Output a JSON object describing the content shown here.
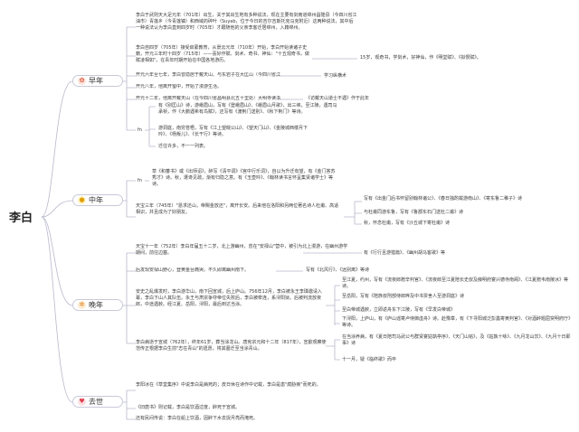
{
  "root": {
    "title": "李白"
  },
  "branches": [
    {
      "id": "zaonian",
      "label": "早年",
      "icon": "flower-icon",
      "color": "#e06040"
    },
    {
      "id": "zhongnian",
      "label": "中年",
      "icon": "lightbulb-icon",
      "color": "#f0b400"
    },
    {
      "id": "wannian",
      "label": "晚年",
      "icon": "gear-icon",
      "color": "#e8a030"
    },
    {
      "id": "qushi",
      "label": "去世",
      "icon": "heart-icon",
      "color": "#e04050"
    }
  ],
  "zaonian": {
    "intro": "李白于武则天大足元年（701年）出生，关于其出生地有多种说法，现在主要有剑南道绵州昌隆县（今四川省江油市）青莲乡（今青莲镇）和西域的碎叶（Suyab，位于今日的吉尔吉斯托克马克附近）这两种说法，其中后一种说法认为李白直到四岁时（705年）才跟随他的父亲李客迁居绵州，入籍绵州。",
    "edu": "李白自四岁（705年）接受启蒙教育，从景云元年（710年）开始，李白开始读诸子史籍，开元三年时十四岁（715年）——喜好作赋、剑术、奇书、神仙：\"十五观奇书，做赋凌相如\"。在青年时期开始在中国各地游历。",
    "edu_note": "15岁，观奇书，学剑术，好神仙，作《明堂赋》、《拟恨赋》。",
    "year718": "开元六年至七年，李白曾隐居于戴天山、与东岩子在大匡山（今四川省江油市一带）岷山隐居。",
    "year718_note": "学习纵横术",
    "year720": "开元八年，他离开蜀中，开始了漫游生活。",
    "year724": "开元十二年，他离开戴天山（在今四川省昌明县北五十里处）大明寺读书，",
    "year724_note": "《访戴天山道士不遇》作于此年",
    "feng": "fn",
    "poem1": "有《别匡山》诗，游峨眉山，写有《登峨眉山》、《峨眉山月歌》，出三峡，至江陵，遇司马承祯，作《大鹏遇希有鸟赋》，还写有《渡荆门送别》、《秋下荆门》等诗。",
    "poem2": "游洞庭，南穷苍梧，写有《江上望皖公山》、《望天门山》、《金陵城西楼月下吟》、《杨叛儿》、《长干行》等诗。",
    "poem3": "迁往许多，不一一列表。"
  },
  "zhongnian": {
    "feng": "fn",
    "a": "草《和蕃书》或《出师诏》，醉写《清平调》《宫中行乐词》，自以为升迁有望，有《金门答苏秀才》诗。秋，遭谗见疏，渐有归隐之意。有《玉壶吟》、《翰林读书言怀呈集贤诸学士》等诗。",
    "b": "天宝三年（745年）\"恳求还山，帝赐金放还\"，离开长安。后来他在洛阳和另两位著名诗人杜甫、高适相识，并且成为了好朋友。",
    "b_note1": "写有《出金门后书怀留别翰林诸公》、《春日独酌载游南山》、《寄东鲁二稚子》诗",
    "b_note2": "与杜甫同游东鲁，写有《鲁郡东石门送杜二甫》诗",
    "b_note3": "秋，怀念杜甫，写有《沙丘城下寄杜甫》诗"
  },
  "wannian": {
    "a": "天宝十一年（752年）李白年届五十二岁，北上游幽州，曾在\"安禄山\"营中，被引为北上漫游，在幽州游学期间，前往边塞。",
    "a_note": "有《行行且游猎篇》、《幽州胡马客歌》等",
    "b": "后发现安禄山野心，登黄金台痛哭。不久即离幽州南下。",
    "b_note": "写有《北风行》、《远别离》等诗",
    "c": "安史之乱爆发时，李白游华山，南下回宣城，后上庐山。756年12月，李白被永王李璘邀请入幕，李白下山人其队伍。永王与肃宗争夺帝位失败后，李白被牵连，系浔阳狱。后被判流放夜郎，中途遇赦。经江夏、岳阳，浔阳，最后到达当涂。",
    "c_note1": "至江夏，约州，写有《流夜郎赠辛判官》、《流夜郎至江夏陪长史叔及薛明府宴兴德寺南阁》、《江夏赠韦南陵冰》等诗。",
    "c_note2": "至岳阳，写有《陪族叔刑部侍郎晔及中书贾舍人至游洞庭》诗",
    "c_note3": "至白帝城遇赦，立即返舟东下江陵，写有《早发白帝城》",
    "c_note4": "下浔阳，上庐山，有《庐山谣寄卢侍御虚舟》诗。赴豫章，有《下寻阳城泛彭蠡寄黄判官》、《对酒醉题屈突明府厅》等诗。",
    "d": "李白病逝于宣城（762年），终年61岁，葬当涂龙山。唐宪宗元和十二年（817年），宣歙观察使范传正根据李白生前\"志在青山\"的遗愿，将其墓迁至当涂青山。",
    "d_note1": "在当涂养病，有《夏日陪司马武公与群贤宴姑孰亭序》、《天门山铭》，及《姑孰十咏》、《九月龙山饮》、《九月十日即事》诗",
    "d_note2": "十一月，疑《临终歌》而卒"
  },
  "qushi": {
    "a": "李阳冰在《草堂集序》中说李白是病死的；皮日休在诗作中记载，李白是患\"腐胁疾\"而死的。",
    "b": "《旧唐书》则记载，李白是饮酒过度，醉死于宣城。",
    "c": "还有民间传说：李白在船上饮酒，因醉下水去捉月亮而淹死。"
  }
}
